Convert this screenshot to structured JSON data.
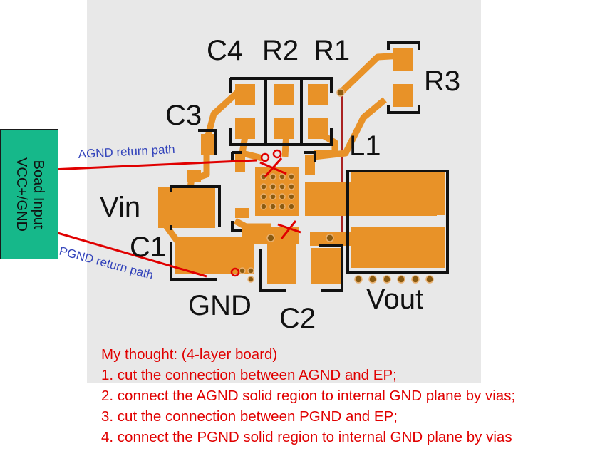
{
  "components": {
    "c4": "C4",
    "r2": "R2",
    "r1": "R1",
    "r3": "R3",
    "c3": "C3",
    "l1": "L1",
    "vin": "Vin",
    "c1": "C1",
    "gnd": "GND",
    "c2": "C2",
    "vout": "Vout"
  },
  "annotations": {
    "agnd_path": "AGND return path",
    "pgnd_path": "PGND return path",
    "board_input_line1": "Boad Input",
    "board_input_line2": "VCC+/GND"
  },
  "notes": {
    "title": "My thought: (4-layer board)",
    "item1": "1. cut the connection between AGND and EP;",
    "item2": "2. connect the AGND solid region to internal GND plane by vias;",
    "item3": "3. cut the connection between PGND and EP;",
    "item4": "4. connect the PGND solid region to internal GND plane by vias"
  },
  "colors": {
    "board": "#e8e8e8",
    "copper": "#e89228",
    "trace": "#aa2222",
    "silkscreen": "#111111",
    "arrow": "#e00000",
    "annotation_text": "#3344bb",
    "input_box": "#16b88a"
  }
}
